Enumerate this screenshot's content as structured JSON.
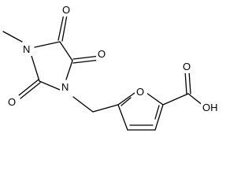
{
  "diagram_type": "chemical structure (skeletal formula)",
  "atom_labels": {
    "methyl_n": "N",
    "ring_n": "N",
    "o_c4": "O",
    "o_c5": "O",
    "o_c2": "O",
    "furan_o": "O",
    "acid_o": "O",
    "acid_oh": "OH"
  },
  "colors": {
    "ink": "#000000",
    "background": "#ffffff"
  }
}
